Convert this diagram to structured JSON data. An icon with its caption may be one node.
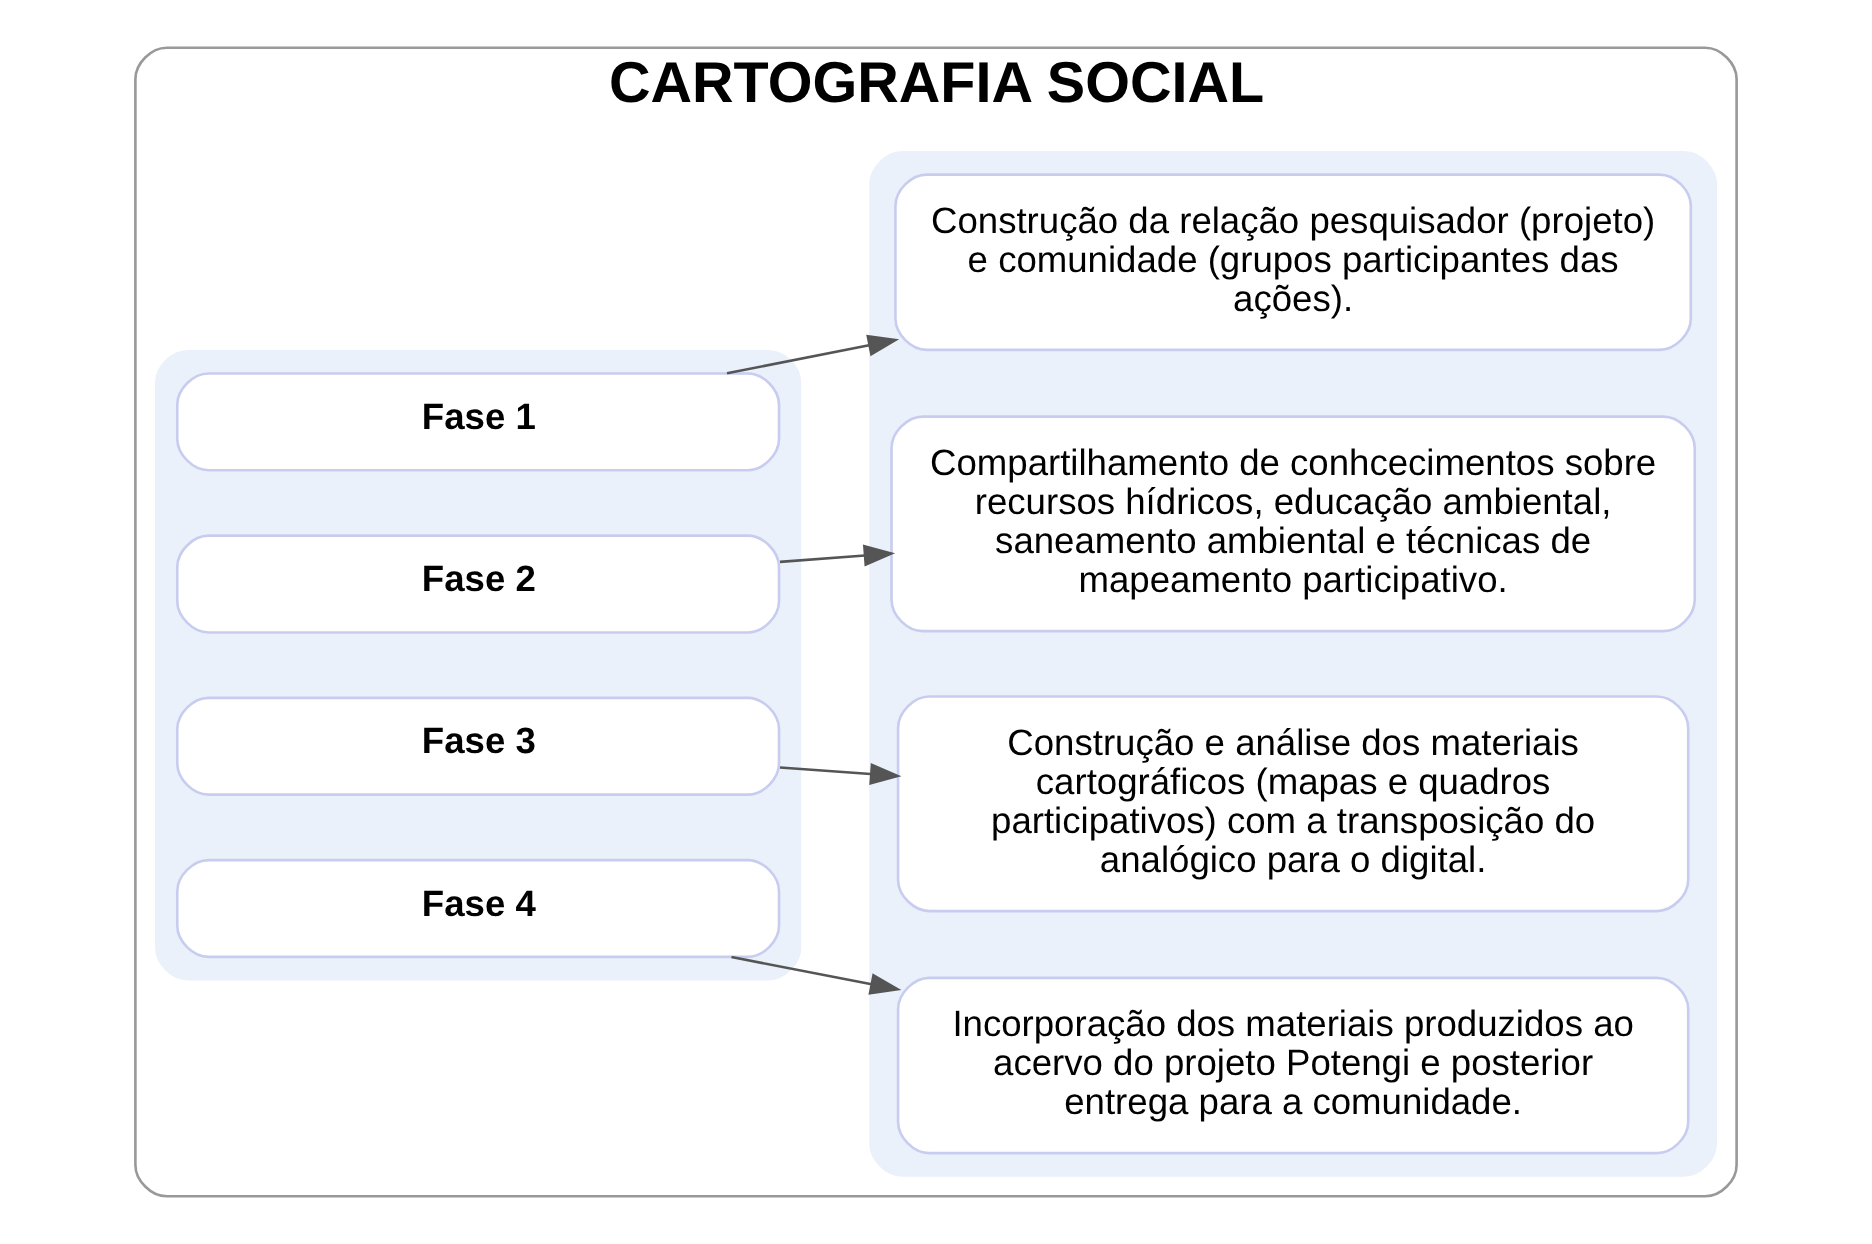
{
  "diagram": {
    "nodes": [
      {
        "text": [
          "CARTOGRAFIA SOCIAL"
        ]
      },
      {
        "text": [],
        "shape": "box",
        "in": 0
      },
      {
        "text": [],
        "shape": "box",
        "in": 0
      },
      {
        "text": [
          "Fase 1"
        ],
        "in": 1
      },
      {
        "text": [
          "Fase 2"
        ],
        "in": 1
      },
      {
        "text": [
          "Fase 3"
        ],
        "in": 1
      },
      {
        "text": [
          "Fase 4"
        ],
        "in": 1
      },
      {
        "text": [
          "Construção da relação pesquisador (projeto) e comunidade (grupos participantes das ações)."
        ],
        "in": 2
      },
      {
        "text": [
          "Compartilhamento de conhcecimentos sobre recursos hídricos, educação ambiental, saneamento ambiental e técnicas de mapeamento participativo."
        ],
        "in": 2
      },
      {
        "text": [
          "Construção e análise dos materiais cartográficos (mapas e quadros participativos) com a transposição do analógico para o digital."
        ],
        "in": 2
      },
      {
        "text": [
          "Incorporação dos materiais produzidos ao acervo do projeto Potengi e posterior entrega para a comunidade."
        ],
        "in": 2
      }
    ],
    "edges": [
      {
        "from": 3,
        "to": 7,
        "arrow": "to"
      },
      {
        "from": 4,
        "to": 8,
        "arrow": "to"
      },
      {
        "from": 5,
        "to": 9,
        "arrow": "to"
      },
      {
        "from": 6,
        "to": 10,
        "arrow": "to"
      }
    ]
  }
}
